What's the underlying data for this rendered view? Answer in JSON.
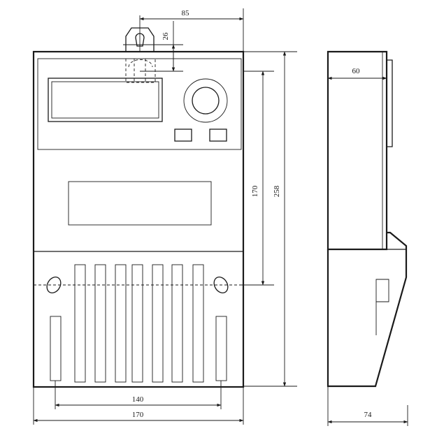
{
  "dimensions": {
    "mount_offset": "85",
    "hanger_height": "26",
    "front_height": "170",
    "total_height": "258",
    "terminal_spacing": "140",
    "total_width": "170",
    "side_depth": "60",
    "total_depth": "74"
  }
}
